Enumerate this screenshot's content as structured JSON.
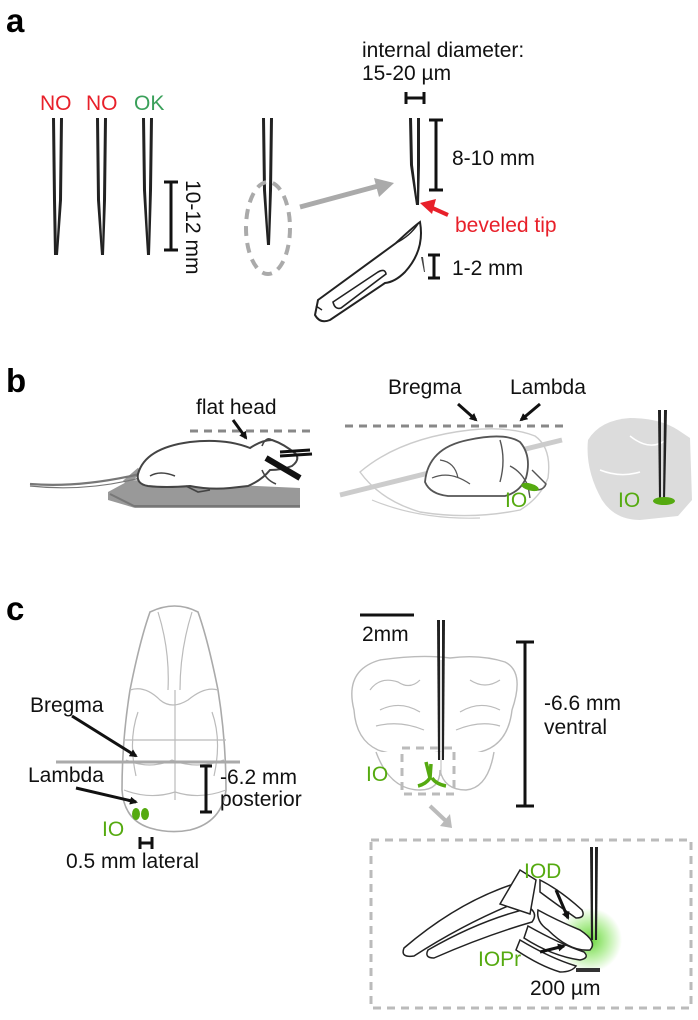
{
  "panel_a": {
    "letter": "a",
    "pipette_quality": [
      "NO",
      "NO",
      "OK"
    ],
    "pipette_length": "10-12 mm",
    "internal_diameter_line1": "internal diameter:",
    "internal_diameter_line2": "15-20 µm",
    "shank_length": "8-10 mm",
    "tip_label": "beveled tip",
    "tip_length": "1-2 mm"
  },
  "panel_b": {
    "letter": "b",
    "flat_head": "flat head",
    "bregma": "Bregma",
    "lambda": "Lambda",
    "io": "IO"
  },
  "panel_c": {
    "letter": "c",
    "bregma": "Bregma",
    "lambda": "Lambda",
    "io": "IO",
    "posterior_value": "-6.2 mm",
    "posterior_word": "posterior",
    "lateral": "0.5 mm lateral",
    "scale_2mm": "2mm",
    "ventral_value": "-6.6 mm",
    "ventral_word": "ventral",
    "iod": "IOD",
    "iopr": "IOPr",
    "scale_200um": "200 µm"
  },
  "colors": {
    "red": "#e8202a",
    "green": "#55aa10",
    "ok_green": "#3aa05a",
    "black": "#111111",
    "gray": "#999999"
  }
}
